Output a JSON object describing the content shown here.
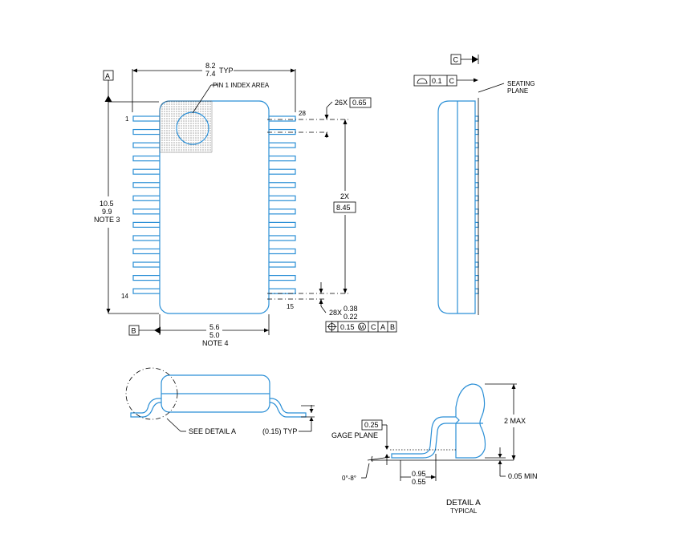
{
  "datums": {
    "a": "A",
    "b": "B",
    "c": "C"
  },
  "top_view": {
    "width_dim": "8.2",
    "width_dim2": "7.4",
    "width_typ": "TYP",
    "pin1_label": "PIN 1 INDEX AREA",
    "pin_first": "1",
    "pin_14": "14",
    "pin_28": "28",
    "pin_15": "15",
    "height_dim": "10.5",
    "height_dim2": "9.9",
    "height_note": "NOTE 3",
    "body_dim": "5.6",
    "body_dim2": "5.0",
    "body_note": "NOTE 4",
    "pitch_count": "26X",
    "pitch_value": "0.65",
    "span_count": "2X",
    "span_value": "8.45",
    "lead_count": "28X",
    "lead_max": "0.38",
    "lead_min": "0.22",
    "position_tol": "0.15",
    "position_mod": "M",
    "frame_refs": [
      "C",
      "A",
      "B"
    ]
  },
  "side_view": {
    "flatness_value": "0.1",
    "flatness_ref": "C",
    "seating_line1": "SEATING",
    "seating_line2": "PLANE"
  },
  "bottom_view": {
    "see_detail": "SEE DETAIL  A",
    "typ_dim": "(0.15) TYP"
  },
  "detail": {
    "gage_value": "0.25",
    "gage_label": "GAGE PLANE",
    "height_max": "2 MAX",
    "standoff_min": "0.05 MIN",
    "foot_max": "0.95",
    "foot_min": "0.55",
    "angle": "0°-8°",
    "title": "DETAIL A",
    "subtitle": "TYPICAL"
  }
}
